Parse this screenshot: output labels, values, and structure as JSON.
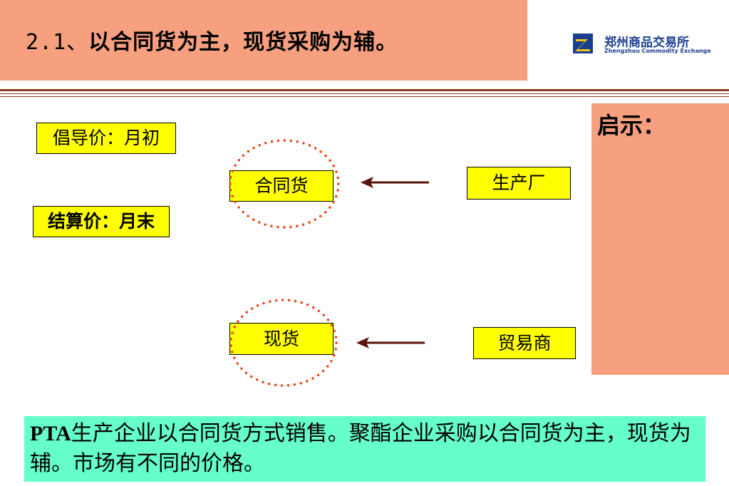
{
  "title": {
    "number": "2.1、",
    "main": "以合同货为主，现货采购为辅。"
  },
  "logo": {
    "name_cn": "郑州商品交易所",
    "name_en": "Zhengzhou Commodity Exchange",
    "icon": "zce-logo-icon"
  },
  "labels": {
    "advocated_price": "倡导价：月初",
    "settlement_price": "结算价：月末",
    "contract_goods": "合同货",
    "spot_goods": "现货",
    "producer": "生产厂",
    "trader": "贸易商"
  },
  "insight": {
    "label": "启示："
  },
  "note": {
    "prefix": "PTA",
    "text": "生产企业以合同货方式销售。聚酯企业采购以合同货为主，现货为辅。市场有不同的价格。"
  },
  "colors": {
    "title_bg": "#f6a07f",
    "box_fill": "#ffff00",
    "note_bg": "#66ffcc",
    "dotted_circle": "#e8421a",
    "arrow": "#5a1508",
    "divider": "#8a3a22"
  }
}
